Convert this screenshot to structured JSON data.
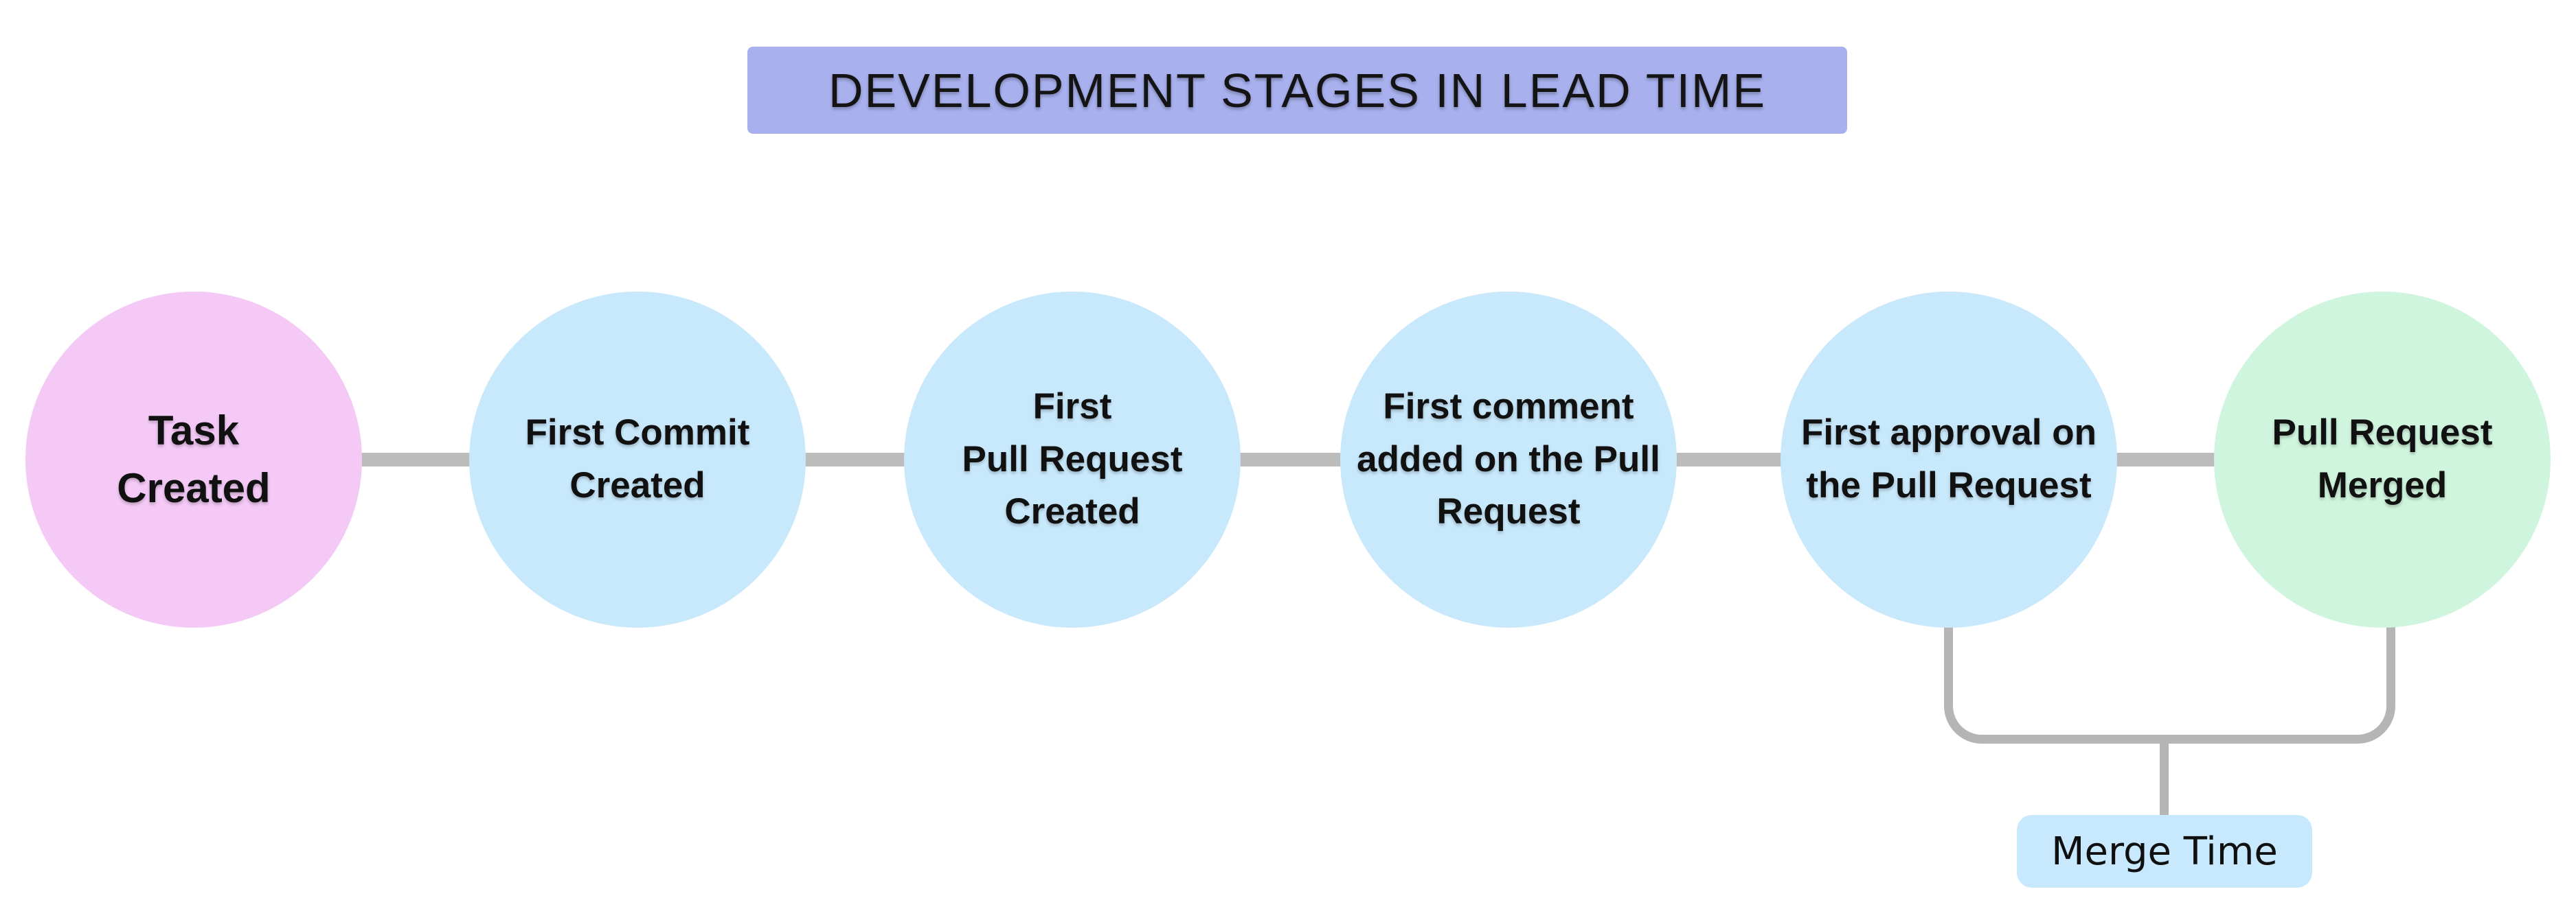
{
  "title": {
    "label": "DEVELOPMENT STAGES IN LEAD TIME"
  },
  "stages": [
    {
      "name": "task-created",
      "label": "Task\nCreated",
      "color": "#f4c9f6"
    },
    {
      "name": "first-commit-created",
      "label": "First Commit\nCreated",
      "color": "#c8e8fb"
    },
    {
      "name": "first-pull-request-created",
      "label": "First\nPull Request\nCreated",
      "color": "#c8e8fb"
    },
    {
      "name": "first-comment-added",
      "label": "First comment\nadded on the Pull\nRequest",
      "color": "#c8e8fb"
    },
    {
      "name": "first-approval",
      "label": "First approval on\nthe Pull Request",
      "color": "#c8e8fb"
    },
    {
      "name": "pull-request-merged",
      "label": "Pull Request\nMerged",
      "color": "#d0f5de"
    }
  ],
  "annotation": {
    "label": "Merge Time",
    "color": "#c8e9fd",
    "connects": [
      "first-approval",
      "pull-request-merged"
    ]
  },
  "colors": {
    "title_bg": "#a8b1ee",
    "connector": "#bcbcbc",
    "bracket": "#b5b5b5",
    "text": "#111111",
    "canvas": "#ffffff"
  }
}
